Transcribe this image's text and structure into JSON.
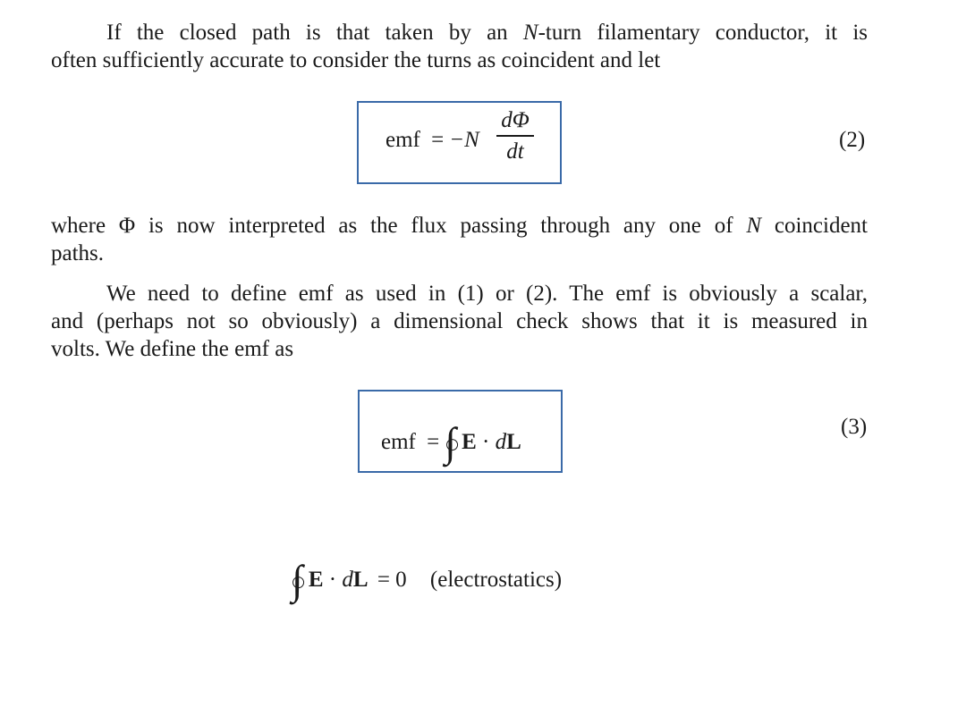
{
  "paragraph1": {
    "line1_pre": "If the closed path is that taken by an ",
    "line1_var": "N",
    "line1_post": "-turn filamentary conductor, it is",
    "line2": "often sufficiently accurate to consider the turns as coincident and let"
  },
  "equation2": {
    "lhs": "emf",
    "equals": "=",
    "minus_N": "−N",
    "numerator": "dΦ",
    "denominator": "dt",
    "label": "(2)"
  },
  "paragraph2": {
    "line1_a": "where Φ is now interpreted as the flux passing through any one of ",
    "line1_var": "N",
    "line1_b": " coincident",
    "line2": "paths."
  },
  "paragraph3": {
    "line1": "We need to define emf as used in (1) or (2). The emf is obviously a scalar,",
    "line2": "and (perhaps not so obviously) a dimensional check shows that it is measured in",
    "line3": "volts. We define the emf as"
  },
  "equation3": {
    "lhs": "emf",
    "equals": "=",
    "integral": "∫",
    "E": "E",
    "dot": "·",
    "d": "d",
    "L": "L",
    "label": "(3)"
  },
  "equation4": {
    "integral": "∫",
    "E": "E",
    "dot": "·",
    "d": "d",
    "L": "L",
    "rhs": "= 0",
    "note": "(electrostatics)"
  },
  "colors": {
    "text": "#1a1a1a",
    "box_border": "#3a6aa8"
  }
}
